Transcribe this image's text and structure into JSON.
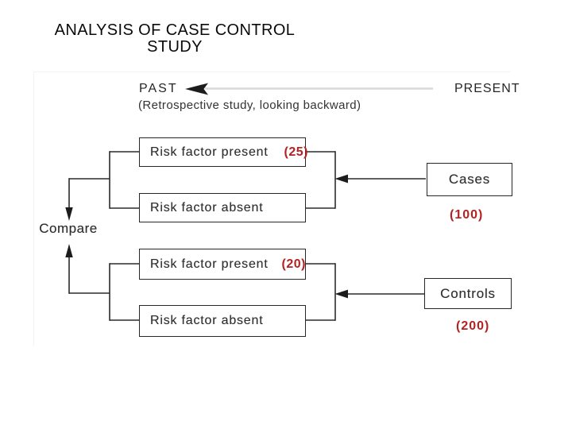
{
  "slide": {
    "title_line1": "ANALYSIS OF CASE CONTROL",
    "title_line2": "STUDY"
  },
  "timeline": {
    "past_label": "PAST",
    "present_label": "PRESENT",
    "caption": "(Retrospective study, looking backward)"
  },
  "diagram": {
    "compare_label": "Compare",
    "cases_arm": {
      "risk_present_label": "Risk factor present",
      "risk_present_count": "(25)",
      "risk_absent_label": "Risk factor absent",
      "group_label": "Cases",
      "group_count": "(100)"
    },
    "controls_arm": {
      "risk_present_label": "Risk factor present",
      "risk_present_count": "(20)",
      "risk_absent_label": "Risk factor absent",
      "group_label": "Controls",
      "group_count": "(200)"
    }
  },
  "colors": {
    "count_red": "#b32222",
    "line": "#2b2b2b",
    "timeline_line": "#d9d9d9",
    "background": "#ffffff"
  }
}
